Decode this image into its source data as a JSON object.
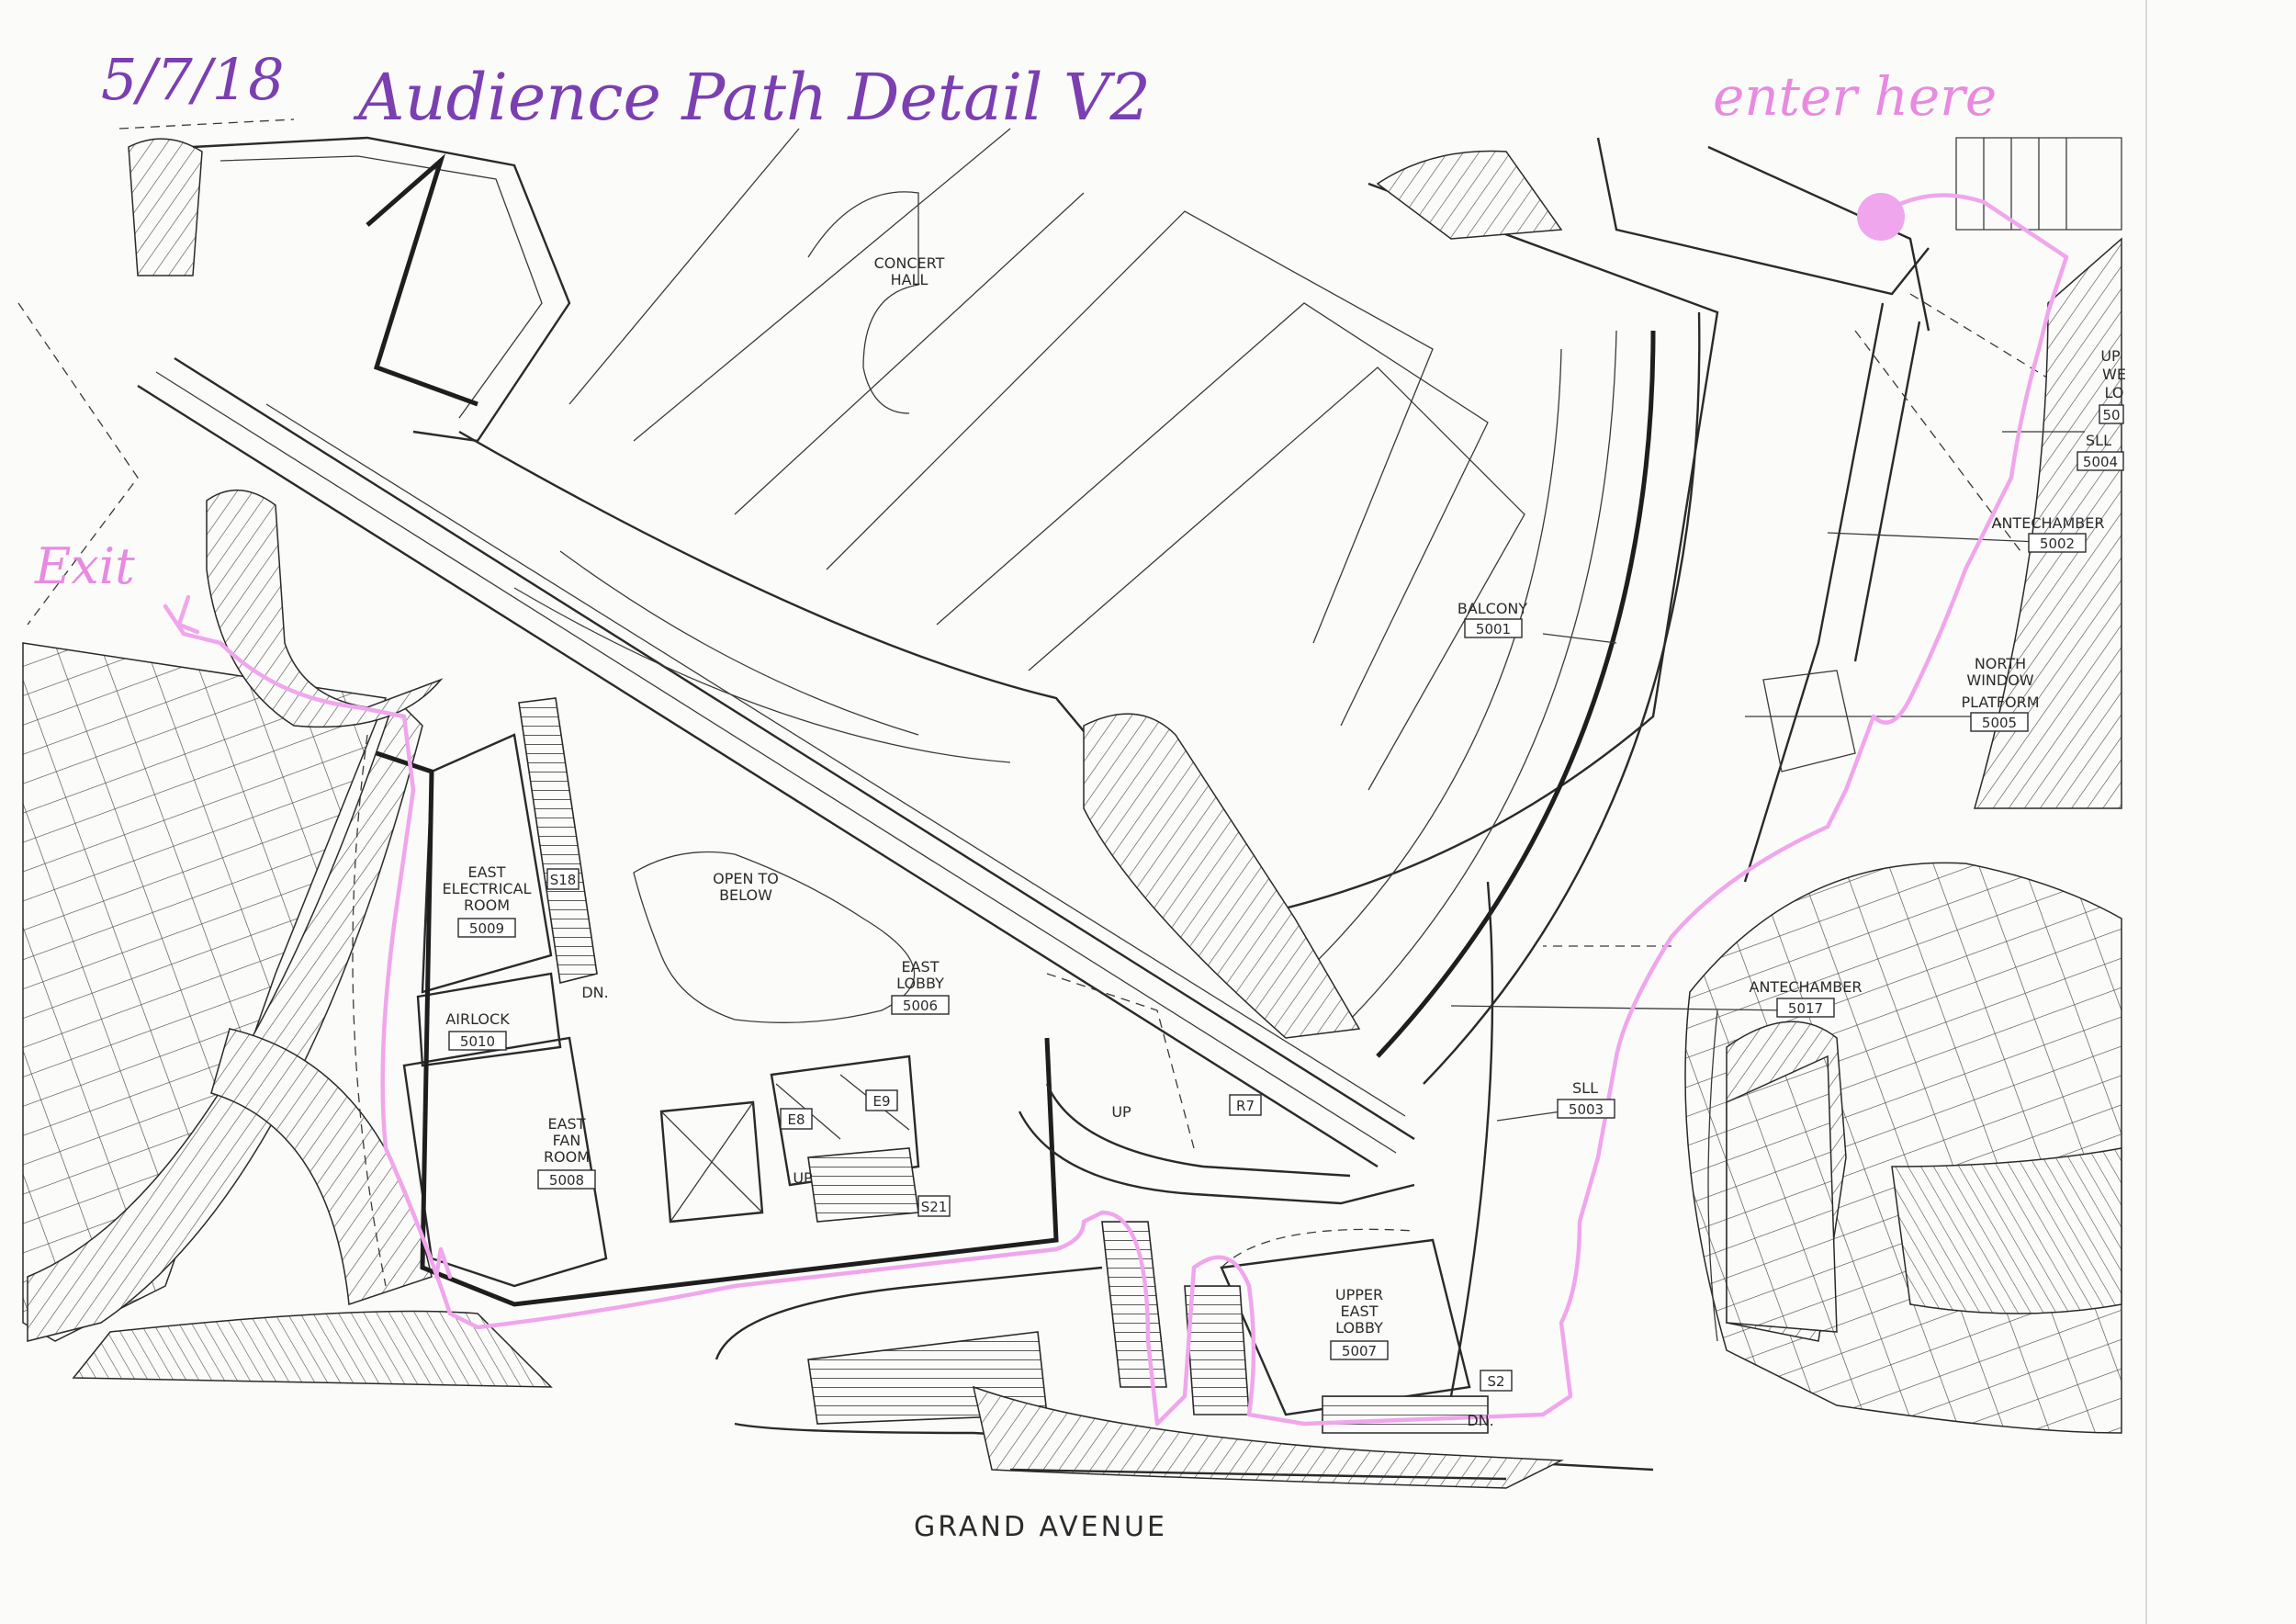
{
  "handwriting": {
    "date": "5/7/18",
    "title": "Audience Path Detail V2",
    "enter_note": "enter here",
    "exit_note": "Exit"
  },
  "rooms": {
    "concert_hall": {
      "line1": "CONCERT",
      "line2": "HALL"
    },
    "balcony": {
      "name": "BALCONY",
      "number": "5001"
    },
    "open_to_below": {
      "line1": "OPEN TO",
      "line2": "BELOW"
    },
    "east_lobby": {
      "line1": "EAST",
      "line2": "LOBBY",
      "number": "5006"
    },
    "east_electrical": {
      "line1": "EAST",
      "line2": "ELECTRICAL",
      "line3": "ROOM",
      "number": "5009"
    },
    "airlock": {
      "name": "AIRLOCK",
      "number": "5010"
    },
    "east_fan_room": {
      "line1": "EAST",
      "line2": "FAN",
      "line3": "ROOM",
      "number": "5008"
    },
    "upper_east_lobby": {
      "line1": "UPPER",
      "line2": "EAST",
      "line3": "LOBBY",
      "number": "5007"
    },
    "antechamber_north": {
      "name": "ANTECHAMBER",
      "number": "5002"
    },
    "antechamber_south": {
      "name": "ANTECHAMBER",
      "number": "5017"
    },
    "north_window_platform": {
      "line1": "NORTH",
      "line2": "WINDOW",
      "line3": "PLATFORM",
      "number": "5005"
    },
    "sll_south": {
      "name": "SLL",
      "number": "5003"
    },
    "sll_north": {
      "name": "SLL",
      "number": "5004"
    },
    "upper_west_lobby": {
      "line1": "UP",
      "line2": "WE",
      "line3": "LO",
      "number": "50"
    }
  },
  "tags": {
    "stair_s18": "S18",
    "stair_s21": "S21",
    "stair_s2": "S2",
    "elevator_e8": "E8",
    "elevator_e9": "E9",
    "ramp_r7": "R7",
    "up_1": "UP",
    "up_2": "UP",
    "dn_1": "DN.",
    "dn_2": "DN."
  },
  "street": "GRAND AVENUE",
  "colors": {
    "paper": "#fbfbfa",
    "linework": "#2a2a2a",
    "handwriting_purple": "#7b3fb1",
    "path_highlighter_pink": "#f0a6ec"
  }
}
